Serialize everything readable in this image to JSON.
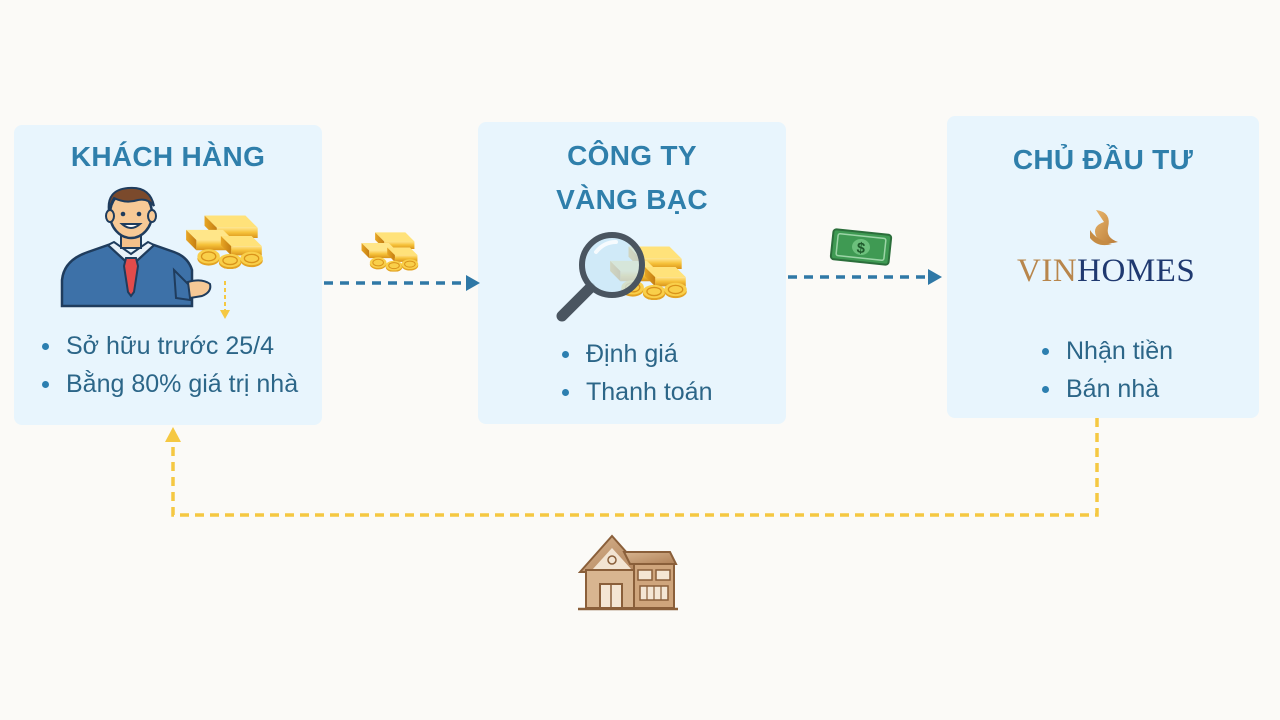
{
  "boxes": {
    "khach_hang": {
      "title": "KHÁCH HÀNG",
      "bullets": [
        "Sở hữu trước 25/4",
        "Bằng 80% giá trị nhà"
      ]
    },
    "cong_ty": {
      "title_line1": "CÔNG TY",
      "title_line2": "VÀNG BẠC",
      "bullets": [
        "Định giá",
        "Thanh toán"
      ]
    },
    "chu_dau_tu": {
      "title": "CHỦ ĐẦU TƯ",
      "logo": {
        "part1": "VIN",
        "part2": "HOMES"
      },
      "bullets": [
        "Nhận tiền",
        "Bán nhà"
      ]
    }
  },
  "icons": {
    "businessman": "businessman-icon",
    "gold": "gold-bars-icon",
    "magnifier": "magnifying-glass-icon",
    "money": "dollar-bill-icon",
    "house": "house-icon"
  },
  "colors": {
    "background": "#fbfaf7",
    "box": "#e8f5fd",
    "title": "#2f7fab",
    "text": "#2c6688",
    "blue_arrow": "#2f78a6",
    "yellow_arrow": "#f5c842",
    "gold": "#f2b92c",
    "money": "#3f9a53",
    "house": "#c8a078",
    "logo_gold": "#b8864c",
    "logo_navy": "#1f3970"
  }
}
